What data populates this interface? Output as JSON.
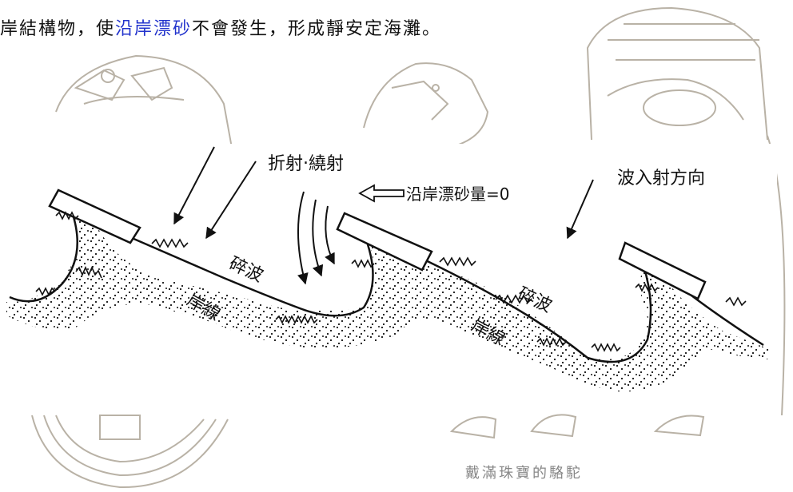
{
  "headline": {
    "before": "岸結構物，使",
    "highlight": "沿岸漂砂",
    "after": "不會發生，形成靜安定海灘。"
  },
  "diagram": {
    "refraction_label": "折射‧繞射",
    "wave_direction_label": "波入射方向",
    "longshore_transport_label": "沿岸漂砂量=0",
    "breaker_label_1": "碎波",
    "breaker_label_2": "碎波",
    "shoreline_label_1": "岸線",
    "shoreline_label_2": "岸線"
  },
  "caption": "戴滿珠寶的駱駝",
  "colors": {
    "highlight": "#2233cc",
    "line": "#111111",
    "sketch": "#b9b2a6",
    "caption": "#888888"
  }
}
